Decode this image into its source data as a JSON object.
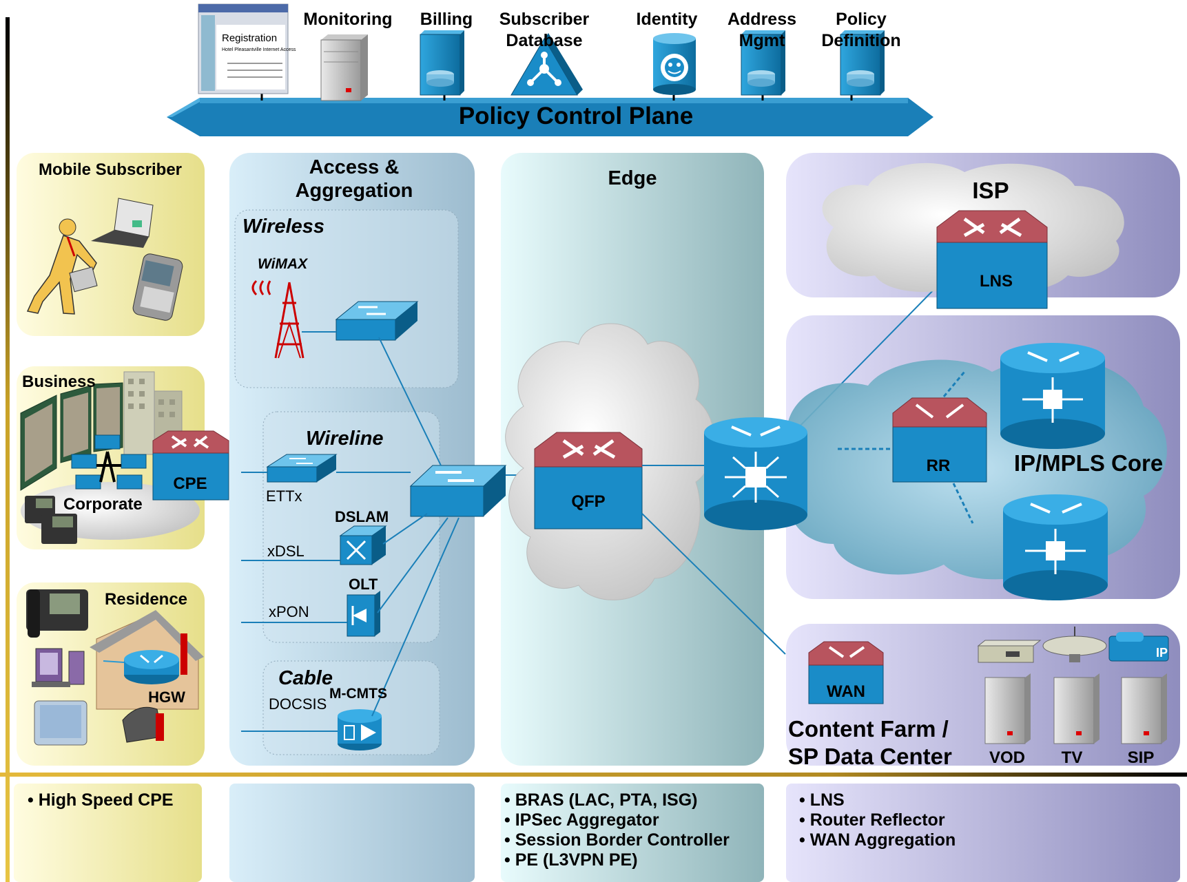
{
  "policy": {
    "plane_label": "Policy Control Plane",
    "registration_label": "Registration",
    "registration_subtitle": "Hotel Pleasantville Internet Access",
    "items": [
      "Monitoring",
      "Billing",
      "Subscriber Database",
      "Identity",
      "Address Mgmt",
      "Policy Definition"
    ]
  },
  "subscribers": {
    "mobile": "Mobile Subscriber",
    "business": "Business",
    "corporate": "Corporate",
    "cpe": "CPE",
    "residence": "Residence",
    "hgw": "HGW"
  },
  "access": {
    "title_line1": "Access &",
    "title_line2": "Aggregation",
    "wireless": "Wireless",
    "wimax": "WiMAX",
    "wireline": "Wireline",
    "ettx": "ETTx",
    "dslam": "DSLAM",
    "xdsl": "xDSL",
    "olt": "OLT",
    "xpon": "xPON",
    "cable": "Cable",
    "docsis": "DOCSIS",
    "mcmts": "M-CMTS"
  },
  "edge": {
    "title": "Edge",
    "qfp": "QFP"
  },
  "core": {
    "isp": "ISP",
    "lns": "LNS",
    "rr": "RR",
    "mpls": "IP/MPLS Core",
    "wan": "WAN",
    "content_line1": "Content Farm /",
    "content_line2": "SP Data Center",
    "vod": "VOD",
    "tv": "TV",
    "sip": "SIP",
    "ip_badge": "IP"
  },
  "bullets": {
    "cpe": [
      "High Speed CPE"
    ],
    "edge": [
      "BRAS (LAC, PTA, ISG)",
      "IPSec Aggregator",
      "Session Border Controller",
      "PE (L3VPN PE)"
    ],
    "core": [
      "LNS",
      "Router Reflector",
      "WAN Aggregation"
    ]
  },
  "colors": {
    "panel_yellow": "#f3efa6",
    "router_red": "#b8545e",
    "router_blue": "#1a8cc8",
    "plane_blue": "#1a7fb8",
    "gold_line": "#c9a227",
    "core_purple": "#a4a3cf"
  }
}
